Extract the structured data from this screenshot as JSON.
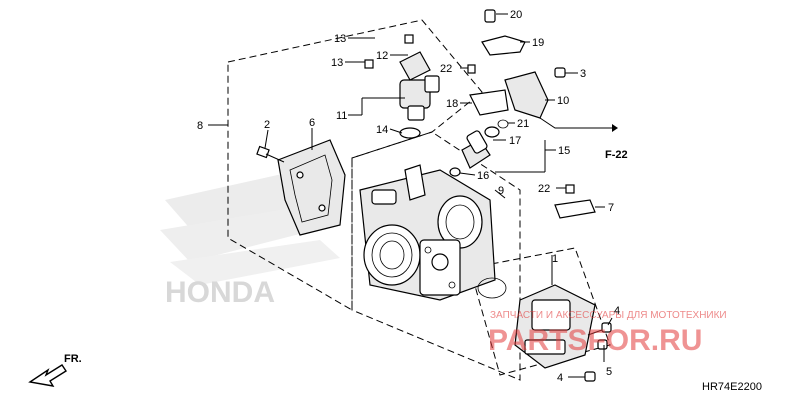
{
  "diagram": {
    "brand_watermark": "HONDA",
    "site_watermark_top": "ЗАПЧАСТИ И АКСЕССУАРЫ ДЛЯ МОТОТЕХНИКИ",
    "site_watermark_main": "PARTSFOR.RU",
    "diagram_code": "HR74E2200",
    "ref_label": "F-22",
    "direction_label": "FR.",
    "callouts": [
      "1",
      "2",
      "3",
      "4",
      "4",
      "5",
      "6",
      "7",
      "8",
      "9",
      "10",
      "11",
      "12",
      "13",
      "13",
      "14",
      "15",
      "16",
      "17",
      "18",
      "19",
      "20",
      "21",
      "22",
      "22"
    ]
  }
}
